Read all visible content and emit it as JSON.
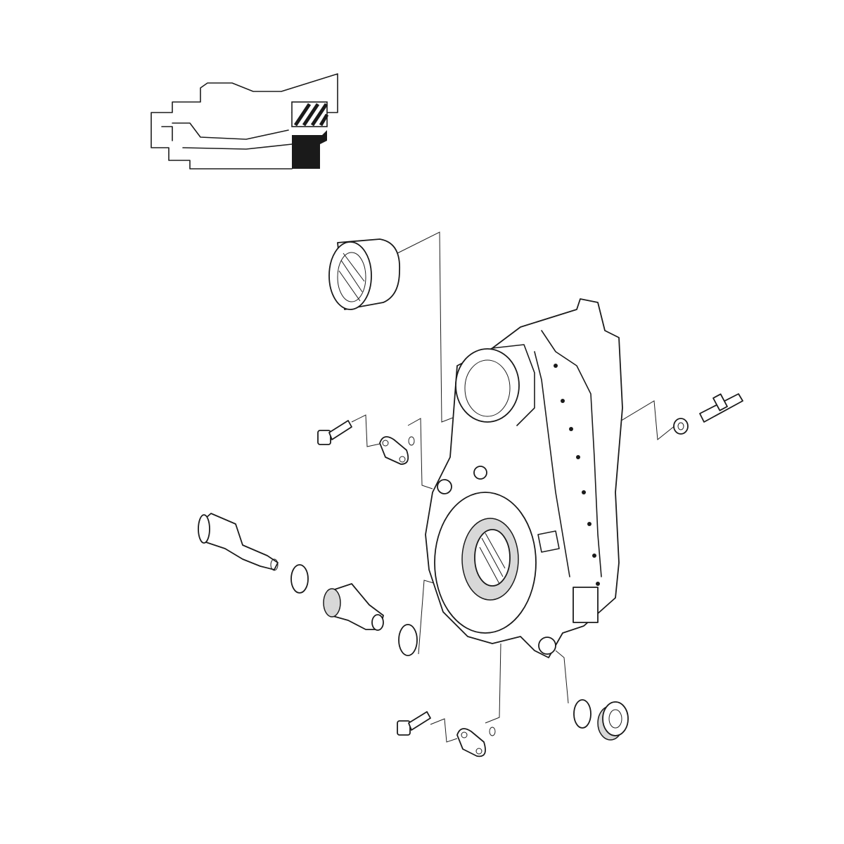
{
  "diagram": {
    "kind": "exploded-parts-view",
    "colors": {
      "line": "#1a1a1a",
      "background": "#ffffff",
      "shade": "#d8d8d8"
    },
    "icons": [
      "section-locator-icon"
    ],
    "parts": [
      "bearing",
      "housing",
      "stud",
      "nut",
      "bolt-upper",
      "cover-plate-upper",
      "o-ring-upper",
      "shaft",
      "o-ring-left",
      "plug-fitting",
      "o-ring-center",
      "bolt-lower",
      "cover-plate-lower",
      "o-ring-lower-right",
      "threaded-plug"
    ]
  }
}
